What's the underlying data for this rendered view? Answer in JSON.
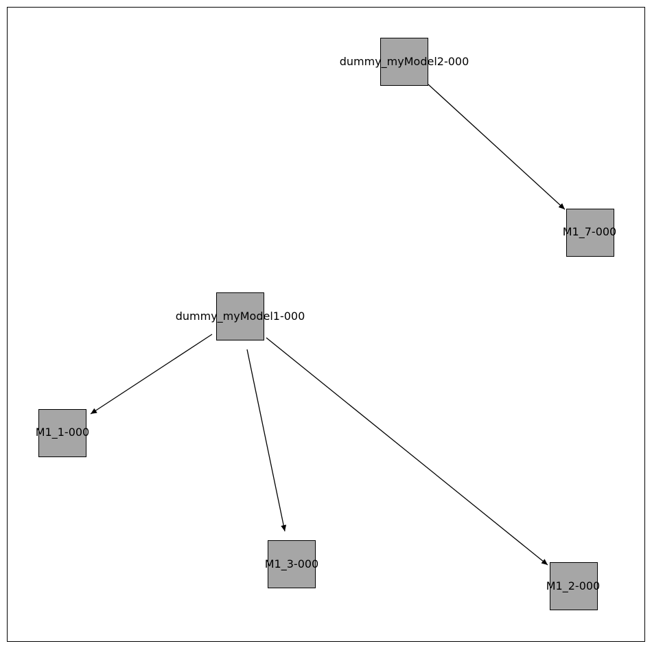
{
  "graph": {
    "nodes": [
      {
        "id": "dummy_myModel2-000",
        "label": "dummy_myModel2-000"
      },
      {
        "id": "M1_7-000",
        "label": "M1_7-000"
      },
      {
        "id": "dummy_myModel1-000",
        "label": "dummy_myModel1-000"
      },
      {
        "id": "M1_1-000",
        "label": "M1_1-000"
      },
      {
        "id": "M1_3-000",
        "label": "M1_3-000"
      },
      {
        "id": "M1_2-000",
        "label": "M1_2-000"
      }
    ],
    "edges": [
      {
        "from": "dummy_myModel2-000",
        "to": "M1_7-000"
      },
      {
        "from": "dummy_myModel1-000",
        "to": "M1_1-000"
      },
      {
        "from": "dummy_myModel1-000",
        "to": "M1_3-000"
      },
      {
        "from": "dummy_myModel1-000",
        "to": "M1_2-000"
      }
    ],
    "colors": {
      "node_fill": "#a6a6a6",
      "node_stroke": "#000000",
      "edge": "#000000"
    }
  }
}
